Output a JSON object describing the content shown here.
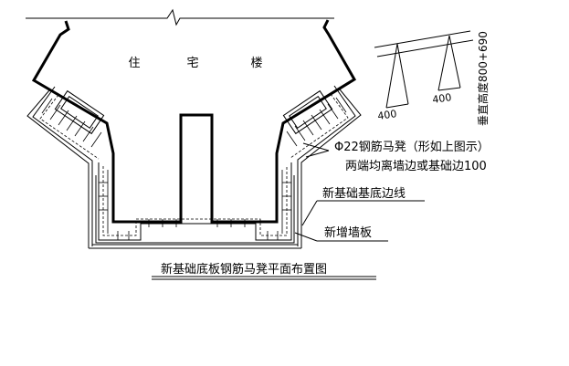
{
  "building_label": [
    "住",
    "宅",
    "楼"
  ],
  "detail": {
    "dim_left": "400",
    "dim_right": "400",
    "height_note": "垂直高度800+690"
  },
  "callouts": {
    "chair_spec": "Φ22钢筋马凳（形如上图示）",
    "chair_spacing": "两端均离墙边或基础边100",
    "new_base_edge": "新基础基底边线",
    "new_wall": "新增墙板"
  },
  "title": "新基础底板钢筋马凳平面布置图"
}
